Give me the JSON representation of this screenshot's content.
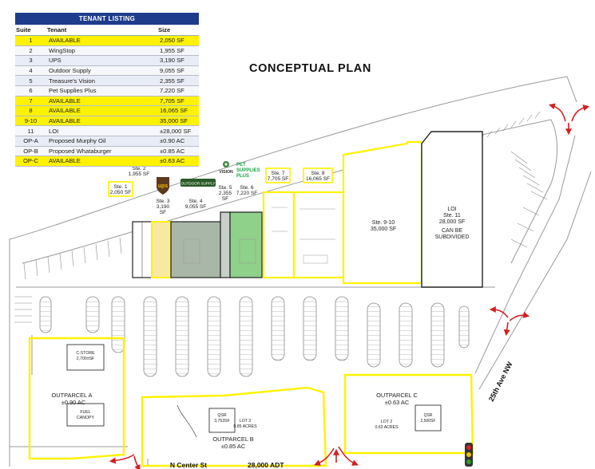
{
  "title": "CONCEPTUAL PLAN",
  "tenant_listing": {
    "title": "TENANT LISTING",
    "columns": [
      "Suite",
      "Tenant",
      "Size"
    ],
    "rows": [
      {
        "suite": "1",
        "tenant": "AVAILABLE",
        "size": "2,050 SF",
        "highlight": true
      },
      {
        "suite": "2",
        "tenant": "WingStop",
        "size": "1,955 SF",
        "highlight": false
      },
      {
        "suite": "3",
        "tenant": "UPS",
        "size": "3,190 SF",
        "highlight": false
      },
      {
        "suite": "4",
        "tenant": "Outdoor Supply",
        "size": "9,055 SF",
        "highlight": false
      },
      {
        "suite": "5",
        "tenant": "Treasure's Vision",
        "size": "2,355 SF",
        "highlight": false
      },
      {
        "suite": "6",
        "tenant": "Pet Supplies Plus",
        "size": "7,220 SF",
        "highlight": false
      },
      {
        "suite": "7",
        "tenant": "AVAILABLE",
        "size": "7,705 SF",
        "highlight": true
      },
      {
        "suite": "8",
        "tenant": "AVAILABLE",
        "size": "16,065 SF",
        "highlight": true
      },
      {
        "suite": "9-10",
        "tenant": "AVAILABLE",
        "size": "35,000 SF",
        "highlight": true
      },
      {
        "suite": "11",
        "tenant": "LOI",
        "size": "±28,000 SF",
        "highlight": false
      },
      {
        "suite": "OP-A",
        "tenant": "Proposed Murphy Oil",
        "size": "±0.90 AC",
        "highlight": false
      },
      {
        "suite": "OP-B",
        "tenant": "Proposed Whataburger",
        "size": "±0.85 AC",
        "highlight": false
      },
      {
        "suite": "OP-C",
        "tenant": "AVAILABLE",
        "size": "±0.63 AC",
        "highlight": true
      }
    ]
  },
  "suites": {
    "ste1": {
      "name": "Ste. 1",
      "size": "2,050 SF"
    },
    "ste2": {
      "name": "Ste. 2",
      "size": "1,955 SF"
    },
    "ste3": {
      "name": "Ste. 3",
      "size1": "3,190",
      "size2": "SF"
    },
    "ste4": {
      "name": "Ste. 4",
      "size": "9,055 SF"
    },
    "ste5": {
      "name": "Ste. 5",
      "size": "2,355",
      "unit": "SF"
    },
    "ste6": {
      "name": "Ste. 6",
      "size": "7,220 SF"
    },
    "ste7": {
      "name": "Ste. 7",
      "size": "7,705 SF"
    },
    "ste8": {
      "name": "Ste. 8",
      "size": "16,065 SF"
    },
    "ste910": {
      "name": "Ste. 9-10",
      "size": "35,000 SF"
    },
    "loi": {
      "line1": "LOI",
      "line2": "Ste. 11",
      "line3": "28,000 SF",
      "line4": "CAN BE",
      "line5": "SUBDIVIDED"
    }
  },
  "logos": {
    "ups": "ups",
    "outdoor": "OUTDOOR SUPPLY",
    "vision": "VISION",
    "pet_line1": "PET",
    "pet_line2": "SUPPLIES",
    "pet_line3": "PLUS"
  },
  "outparcels": {
    "a": {
      "name": "OUTPARCEL A",
      "size": "±0.90 AC",
      "cstore1": "C-STORE",
      "cstore2": "2,700±SF",
      "canopy1": "FUEL",
      "canopy2": "CANOPY"
    },
    "b": {
      "name": "OUTPARCEL B",
      "size": "±0.85 AC",
      "qsr1": "QSR",
      "qsr2": "3,753SF",
      "lot1": "LOT 3",
      "lot2": "0.85 ACRES"
    },
    "c": {
      "name": "OUTPARCEL C",
      "size": "±0.63 AC",
      "lot1": "LOT 2",
      "lot2": "0.63 ACRES",
      "qsr1": "QSR",
      "qsr2": "2,500SF"
    }
  },
  "roads": {
    "center": "N Center St",
    "adt": "28,000 ADT",
    "ave": "25th Ave NW"
  },
  "colors": {
    "yellow_highlight": "#fff200",
    "table_header": "#1f3c8a",
    "access_arrow": "#d42020",
    "ups_tenant": "#f8e9a1",
    "outdoor_tenant": "#a9b7a8",
    "pet_tenant": "#8fd08a"
  }
}
